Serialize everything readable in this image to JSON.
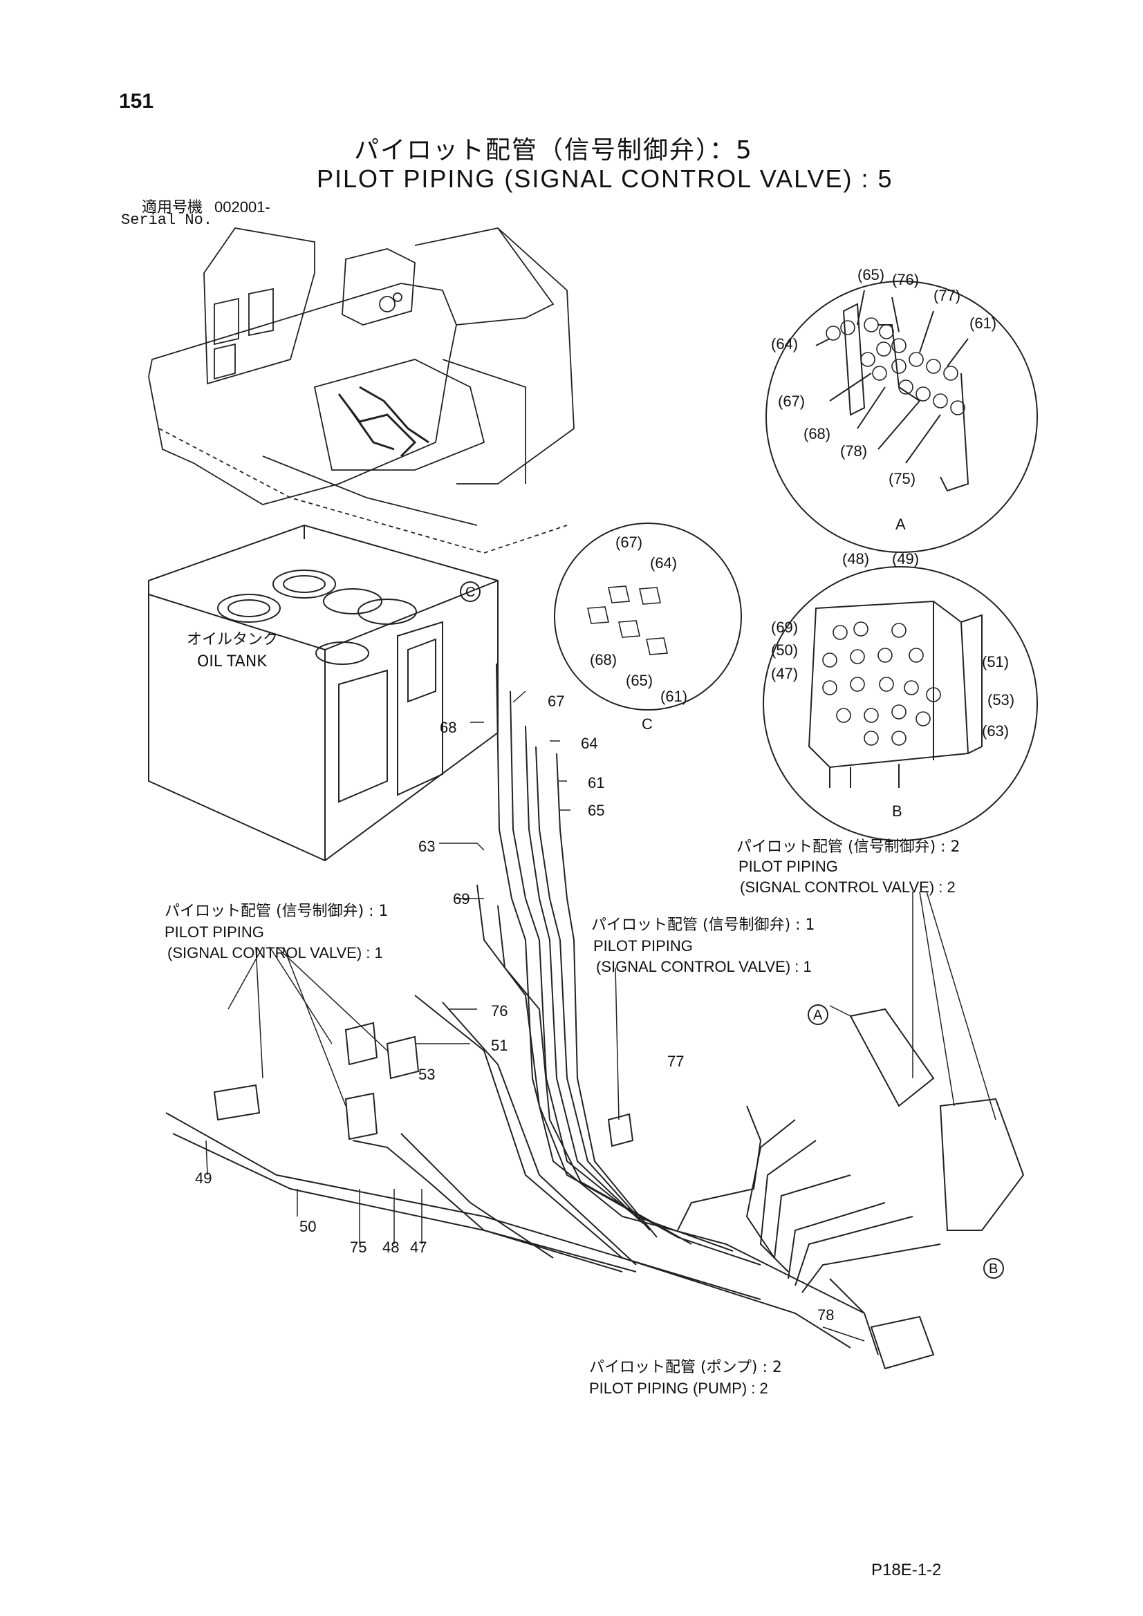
{
  "page_number": "151",
  "title_jp": "パイロット配管（信号制御弁）：5",
  "title_en": "PILOT PIPING (SIGNAL CONTROL VALVE) : 5",
  "serial": {
    "jp_label": "適用号機",
    "value": "002001-",
    "en_label": "Serial No."
  },
  "oil_tank": {
    "jp": "オイルタンク",
    "en": "OIL TANK"
  },
  "detail_labels": {
    "A": "A",
    "B": "B",
    "C": "C"
  },
  "detail_A_parts": [
    "(65)",
    "(76)",
    "(77)",
    "(61)",
    "(64)",
    "(67)",
    "(68)",
    "(78)",
    "(75)"
  ],
  "detail_B_parts": [
    "(48)",
    "(49)",
    "(69)",
    "(50)",
    "(51)",
    "(47)",
    "(53)",
    "(63)"
  ],
  "detail_C_parts": [
    "(67)",
    "(64)",
    "(68)",
    "(65)",
    "(61)"
  ],
  "callouts": {
    "ref_right": {
      "jp": "パイロット配管 (信号制御弁) : 2",
      "en1": "PILOT PIPING",
      "en2": "(SIGNAL CONTROL VALVE) : 2"
    },
    "ref_left": {
      "jp": "パイロット配管 (信号制御弁) : 1",
      "en1": "PILOT PIPING",
      "en2": "(SIGNAL CONTROL VALVE) : 1"
    },
    "ref_center": {
      "jp": "パイロット配管 (信号制御弁) : 1",
      "en1": "PILOT PIPING",
      "en2": "(SIGNAL CONTROL VALVE) : 1"
    },
    "ref_pump": {
      "jp": "パイロット配管 (ポンプ) : 2",
      "en": "PILOT PIPING (PUMP) : 2"
    }
  },
  "part_numbers": [
    "67",
    "68",
    "64",
    "61",
    "65",
    "63",
    "69",
    "76",
    "51",
    "53",
    "77",
    "49",
    "50",
    "75",
    "48",
    "47",
    "78"
  ],
  "footer_code": "P18E-1-2"
}
